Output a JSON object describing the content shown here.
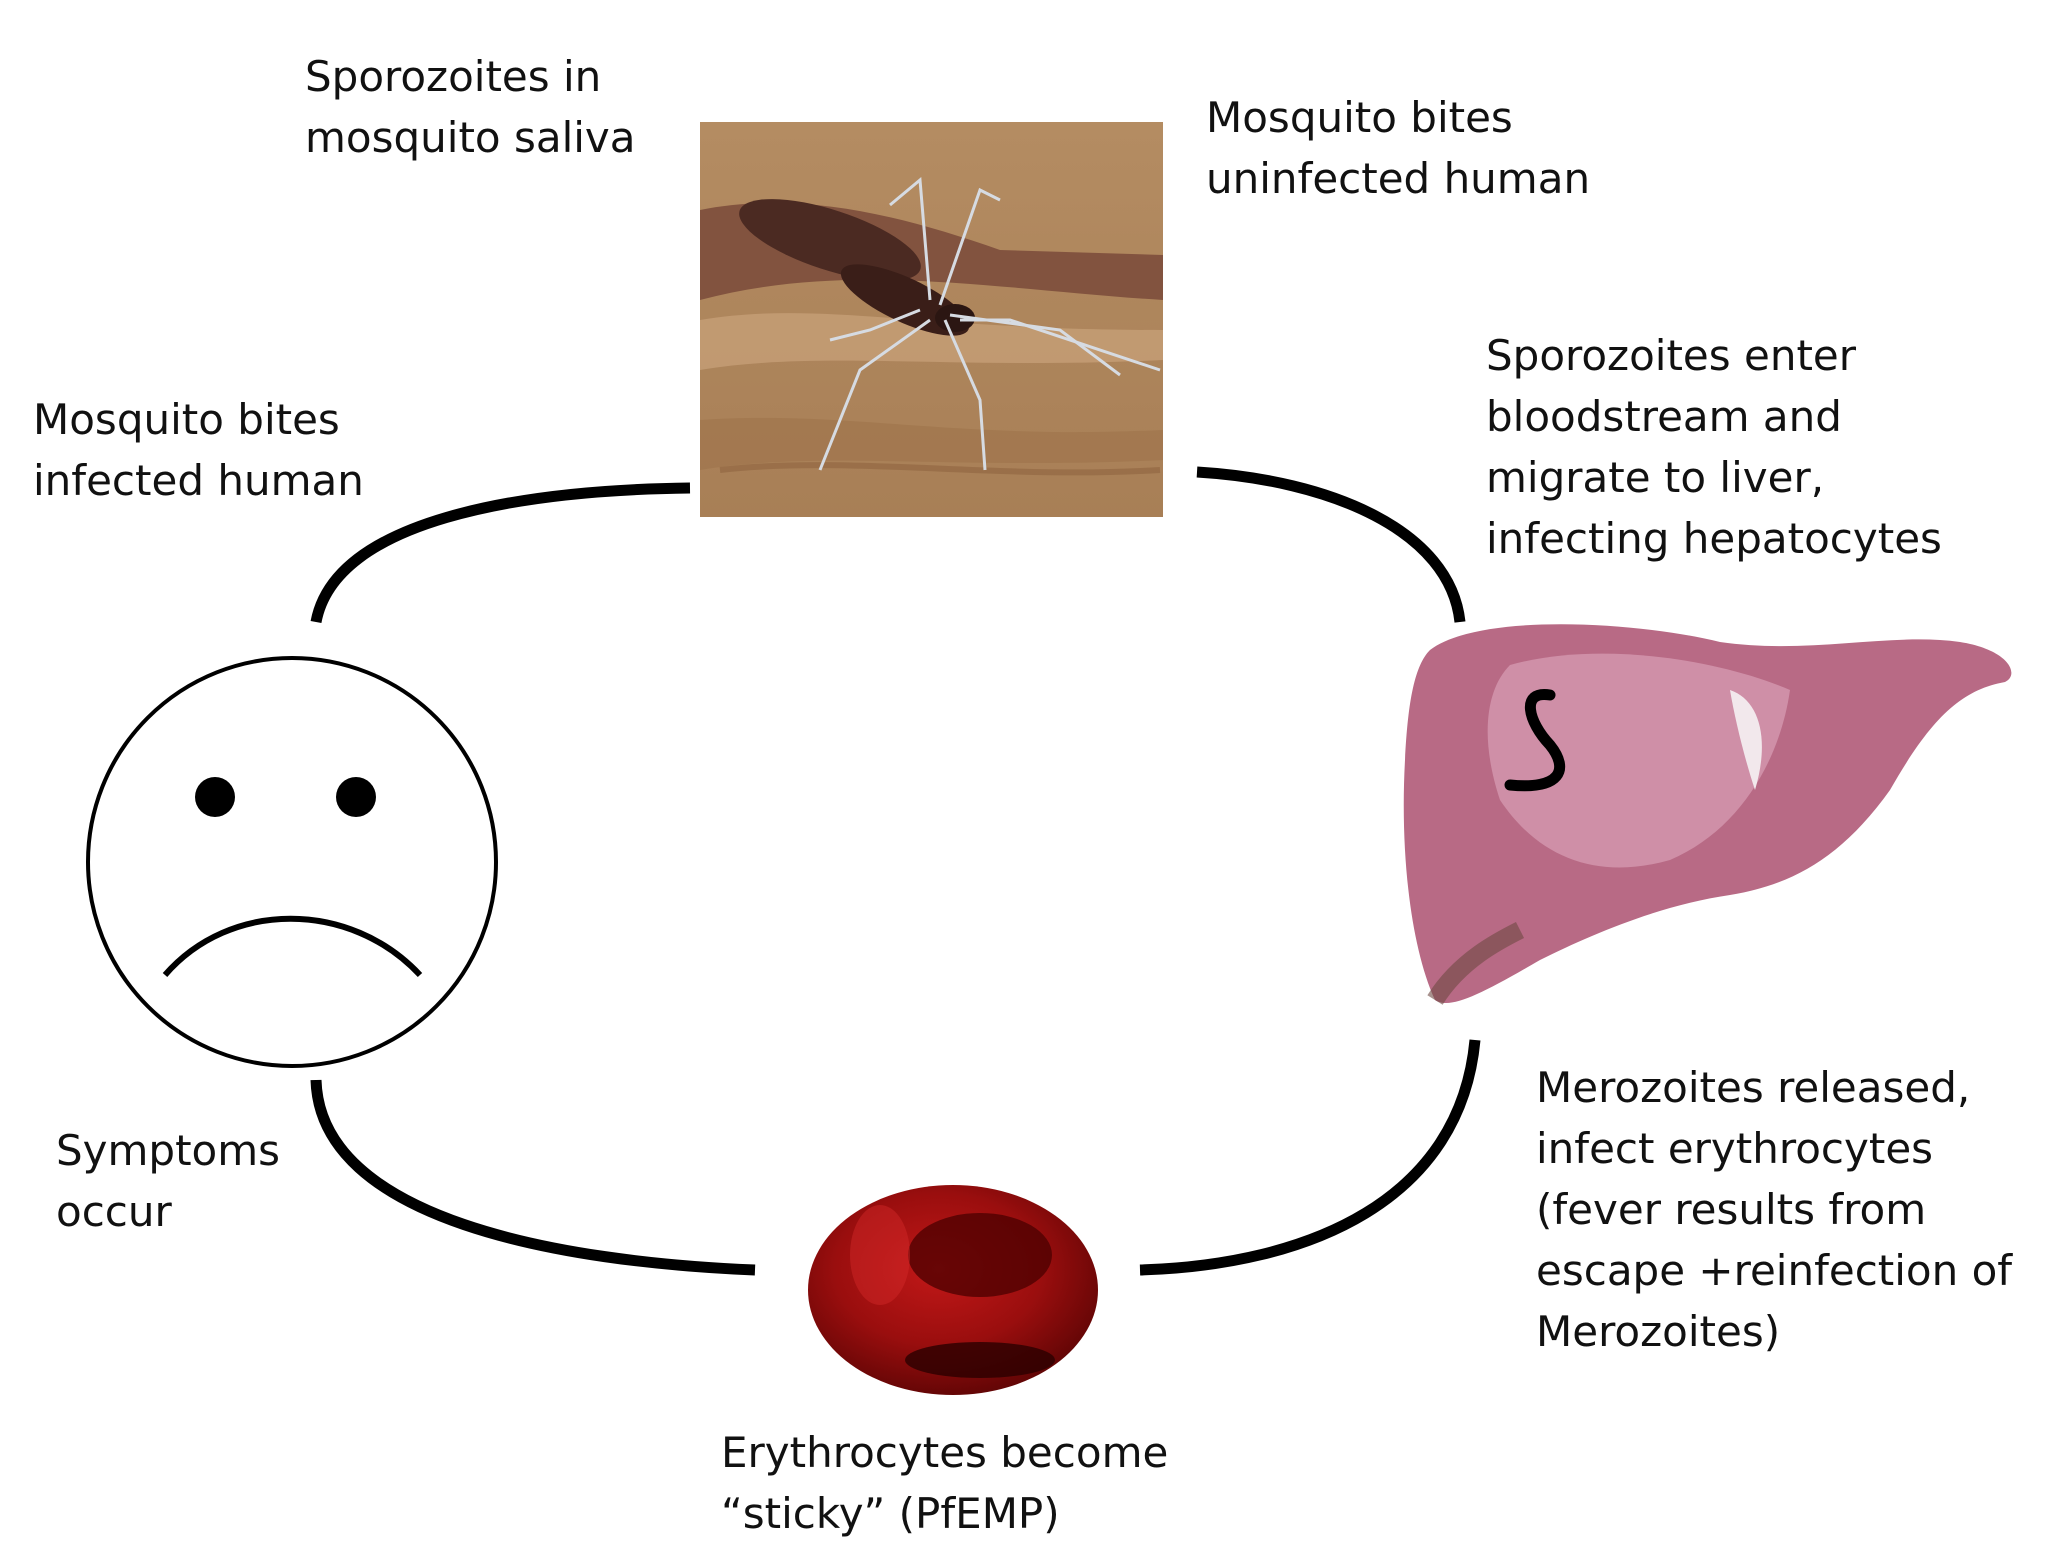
{
  "labels": {
    "sporozoites_saliva": [
      "Sporozoites in",
      "mosquito saliva"
    ],
    "bites_uninfected": [
      "Mosquito bites",
      "uninfected human"
    ],
    "bites_infected": [
      "Mosquito bites",
      "infected human"
    ],
    "sporozoites_liver": [
      "Sporozoites enter",
      "bloodstream and",
      "migrate to liver,",
      "infecting hepatocytes"
    ],
    "merozoites": [
      "Merozoites released,",
      "infect erythrocytes",
      "(fever results from",
      "escape +reinfection of",
      "Merozoites)"
    ],
    "symptoms": [
      "Symptoms",
      "occur"
    ],
    "erythrocytes": [
      "Erythrocytes become",
      "“sticky” (PfEMP)"
    ]
  },
  "icons": [
    "mosquito-image",
    "sad-face-icon",
    "liver-image",
    "red-blood-cell-image"
  ]
}
